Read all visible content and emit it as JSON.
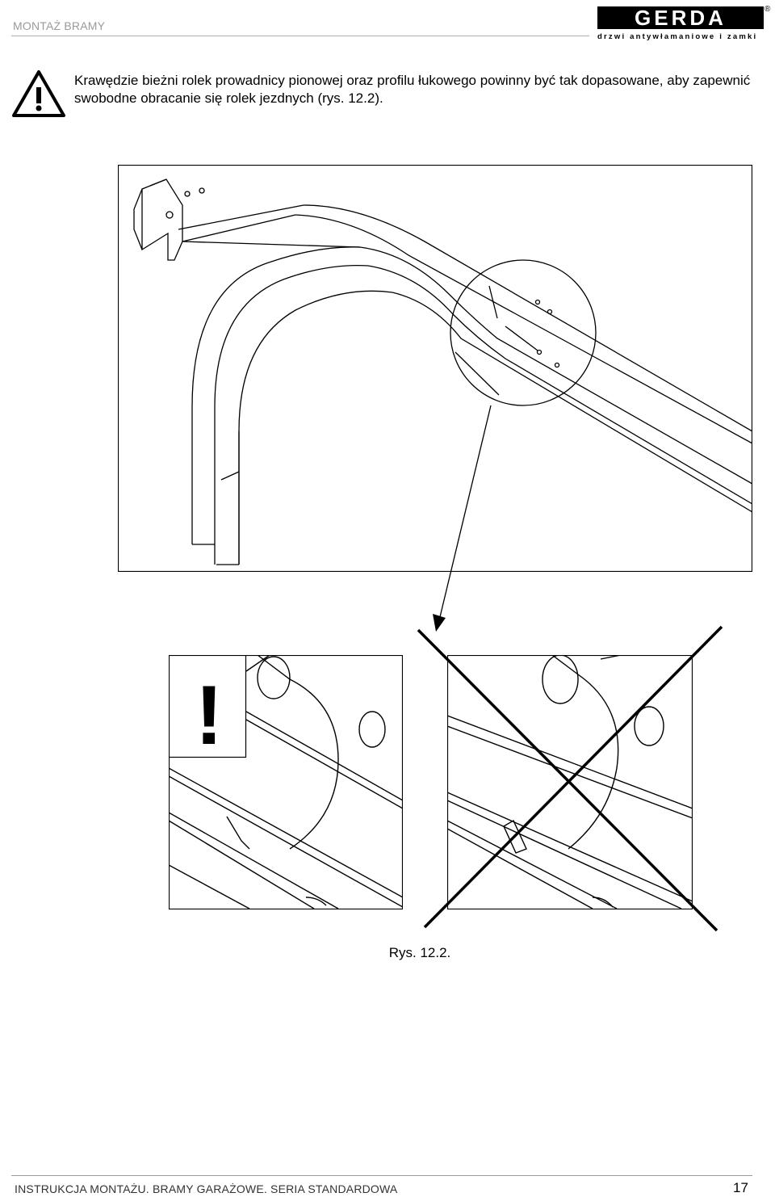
{
  "header": {
    "section_title": "MONTAŻ BRAMY",
    "brand": "GERDA",
    "brand_tagline": "drzwi antywłamaniowe i zamki",
    "registered_mark": "®"
  },
  "warning": {
    "icon": "warning-triangle-icon",
    "text": "Krawędzie bieżni rolek prowadnicy pionowej oraz profilu łukowego powinny być tak dopasowane, aby zapewnić swobodne obracanie się rolek jezdnych (rys. 12.2)."
  },
  "figure": {
    "caption": "Rys. 12.2.",
    "correct_marker": "!"
  },
  "footer": {
    "title": "INSTRUKCJA MONTAŻU. BRAMY GARAŻOWE. SERIA STANDARDOWA",
    "page_number": "17"
  }
}
